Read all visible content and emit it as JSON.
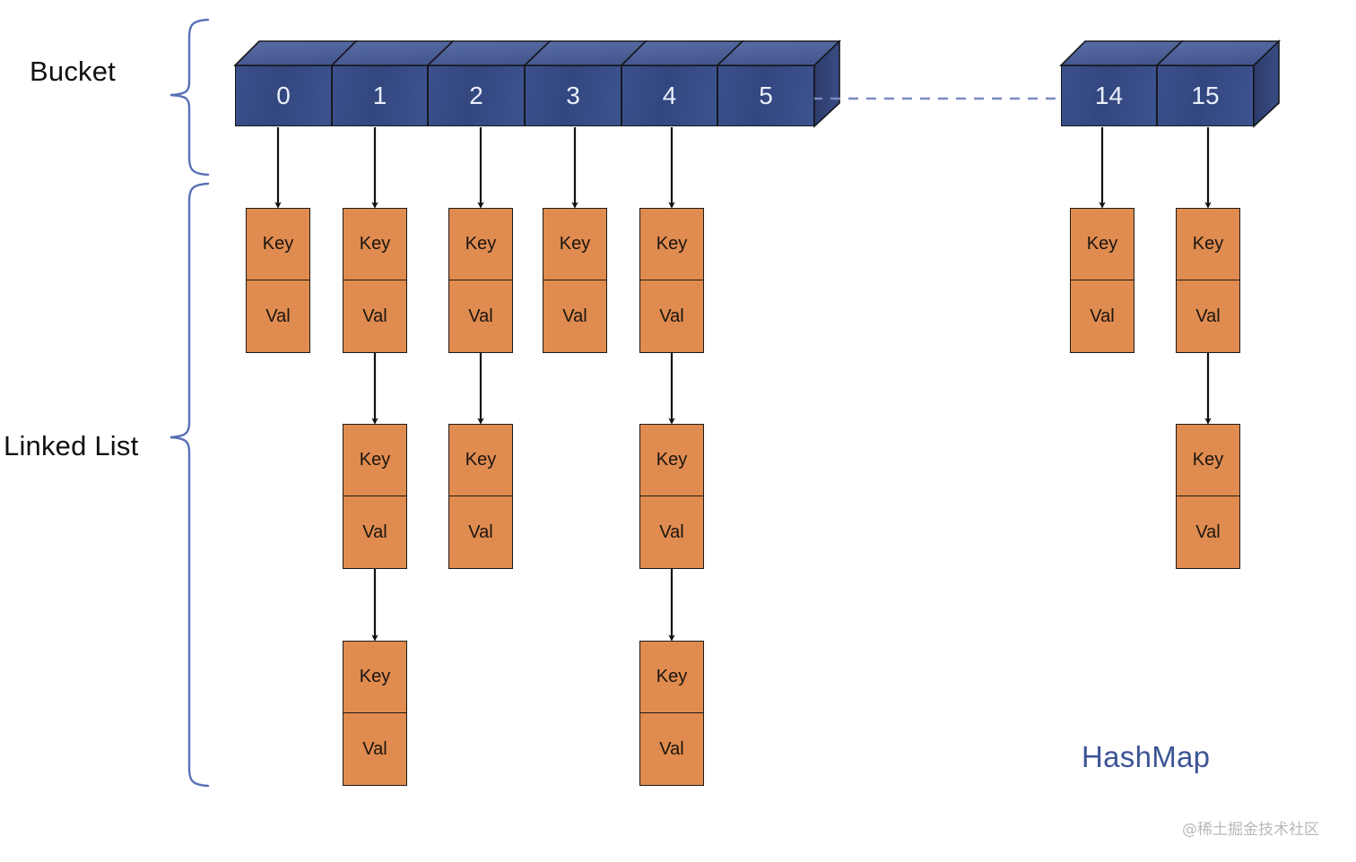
{
  "diagram": {
    "title_caption": "HashMap",
    "watermark": "@稀土掘金技术社区",
    "labels": {
      "bucket": "Bucket",
      "linked_list": "Linked List"
    },
    "colors": {
      "bucket_fill": "#3b508c",
      "bucket_top_fill": "#4c6099",
      "bucket_side_fill": "#2c3c6c",
      "bucket_stroke": "#16181c",
      "bucket_text": "#eaf0fb",
      "node_fill": "#e08b4f",
      "node_stroke": "#1d1b18",
      "node_text": "#191510",
      "brace_stroke": "#5a72b5",
      "dashed_connector": "#7b8ac4",
      "arrow_stroke": "#101010",
      "caption_text": "#3c5595",
      "label_text": "#111111",
      "watermark_text": "#b9b9b9",
      "background": "#ffffff"
    },
    "node_labels": {
      "key": "Key",
      "val": "Val"
    },
    "bucket_groups": [
      {
        "name": "bucket-group-left",
        "cells": [
          "0",
          "1",
          "2",
          "3",
          "4",
          "5"
        ]
      },
      {
        "name": "bucket-group-right",
        "cells": [
          "14",
          "15"
        ]
      }
    ],
    "chains": [
      {
        "bucket_index": "0",
        "node_count": 1
      },
      {
        "bucket_index": "1",
        "node_count": 3
      },
      {
        "bucket_index": "2",
        "node_count": 2
      },
      {
        "bucket_index": "3",
        "node_count": 1
      },
      {
        "bucket_index": "4",
        "node_count": 3
      },
      {
        "bucket_index": "14",
        "node_count": 1
      },
      {
        "bucket_index": "15",
        "node_count": 2
      }
    ],
    "connector": {
      "style": "dashed",
      "meaning": "ellipsis-between-bucket-6-and-14"
    }
  }
}
